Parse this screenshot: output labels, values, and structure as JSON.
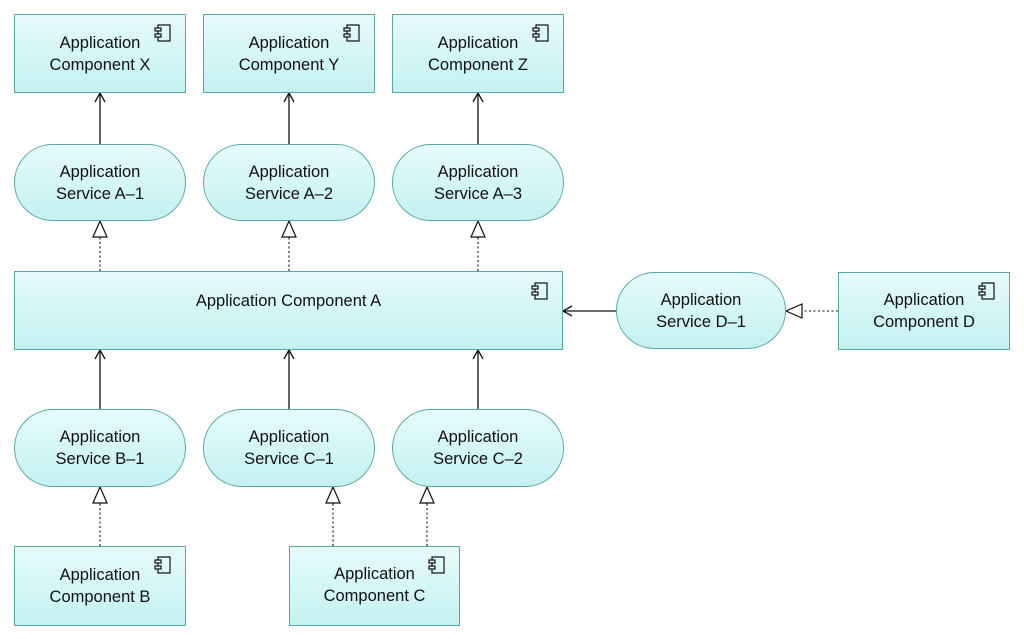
{
  "components": {
    "x": {
      "line1": "Application",
      "line2": "Component X"
    },
    "y": {
      "line1": "Application",
      "line2": "Component Y"
    },
    "z": {
      "line1": "Application",
      "line2": "Component Z"
    },
    "a": {
      "label": "Application Component A"
    },
    "b": {
      "line1": "Application",
      "line2": "Component B"
    },
    "c": {
      "line1": "Application",
      "line2": "Component C"
    },
    "d": {
      "line1": "Application",
      "line2": "Component D"
    }
  },
  "services": {
    "a1": {
      "line1": "Application",
      "line2": "Service A–1"
    },
    "a2": {
      "line1": "Application",
      "line2": "Service A–2"
    },
    "a3": {
      "line1": "Application",
      "line2": "Service A–3"
    },
    "b1": {
      "line1": "Application",
      "line2": "Service B–1"
    },
    "c1": {
      "line1": "Application",
      "line2": "Service C–1"
    },
    "c2": {
      "line1": "Application",
      "line2": "Service C–2"
    },
    "d1": {
      "line1": "Application",
      "line2": "Service D–1"
    }
  },
  "colors": {
    "node_fill_top": "#e6fbfb",
    "node_fill_bottom": "#c4f1f1",
    "node_border": "#5aa6a6",
    "line": "#111111"
  }
}
